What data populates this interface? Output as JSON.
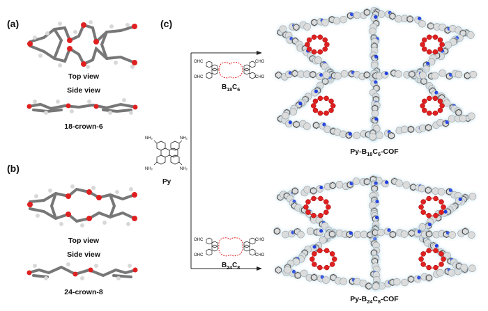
{
  "panels": {
    "a": {
      "label": "(a)",
      "top_caption": "Top view",
      "side_caption": "Side view",
      "name": "18-crown-6"
    },
    "b": {
      "label": "(b)",
      "top_caption": "Top view",
      "side_caption": "Side view",
      "name": "24-crown-8"
    },
    "c": {
      "label": "(c)"
    }
  },
  "reactants": {
    "py": {
      "label": "Py",
      "group": "NH₂"
    },
    "b18": {
      "prefix": "B",
      "sub1": "18",
      "mid": "C",
      "sub2": "6",
      "group": "CHO",
      "group_left": "OHC"
    },
    "b24": {
      "prefix": "B",
      "sub1": "24",
      "mid": "C",
      "sub2": "8",
      "group": "CHO",
      "group_left": "OHC"
    }
  },
  "products": {
    "cof1": {
      "prefix": "Py-B",
      "sub1": "18",
      "mid": "C",
      "sub2": "6",
      "suffix": "-COF"
    },
    "cof2": {
      "prefix": "Py-B",
      "sub1": "24",
      "mid": "C",
      "sub2": "8",
      "suffix": "-COF"
    }
  },
  "colors": {
    "oxygen": "#e02020",
    "nitrogen": "#1f3fe0",
    "carbon": "#8a8a8a",
    "hydrogen": "#dcdcdc",
    "bond": "#222222"
  }
}
